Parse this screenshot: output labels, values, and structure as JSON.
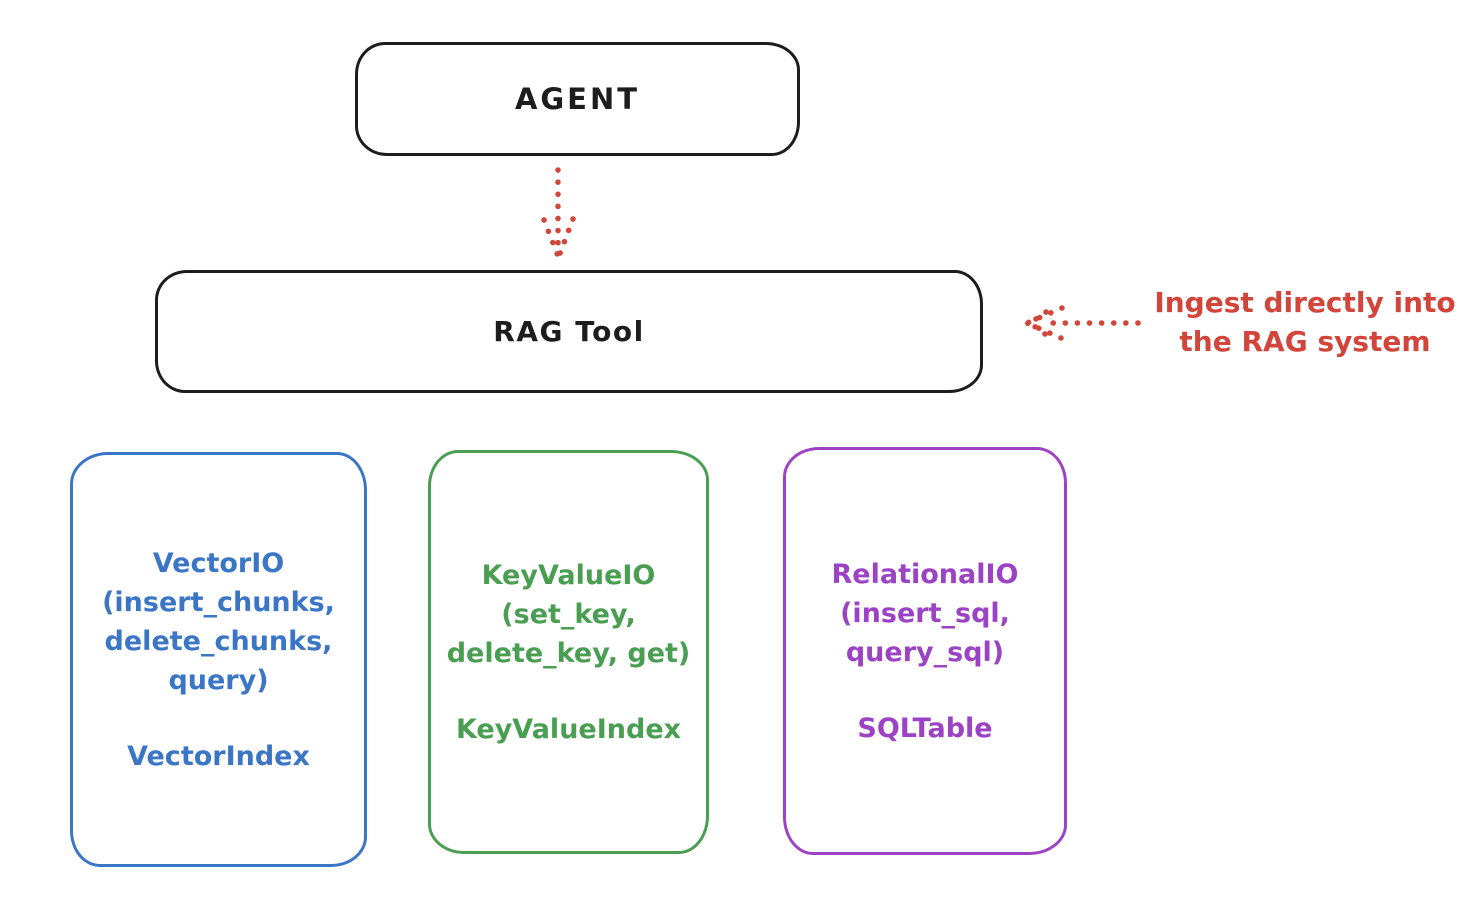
{
  "agent": {
    "label": "AGENT"
  },
  "rag_tool": {
    "label": "RAG Tool"
  },
  "annotation": {
    "line1": "Ingest directly into",
    "line2": "the RAG system",
    "color": "#d1453b"
  },
  "columns": [
    {
      "id": "vector",
      "color": "#3b76c6",
      "lines": [
        "VectorIO",
        "(insert_chunks,",
        "delete_chunks,",
        "query)"
      ],
      "index_label": "VectorIndex"
    },
    {
      "id": "keyvalue",
      "color": "#4a9e52",
      "lines": [
        "KeyValueIO",
        "(set_key,",
        "delete_key, get)"
      ],
      "index_label": "KeyValueIndex"
    },
    {
      "id": "relational",
      "color": "#9c43c5",
      "lines": [
        "RelationalIO",
        "(insert_sql,",
        "query_sql)"
      ],
      "index_label": "SQLTable"
    }
  ],
  "colors": {
    "outline_black": "#1d1d1d",
    "arrow_red": "#d1453b",
    "background": "#ffffff"
  }
}
